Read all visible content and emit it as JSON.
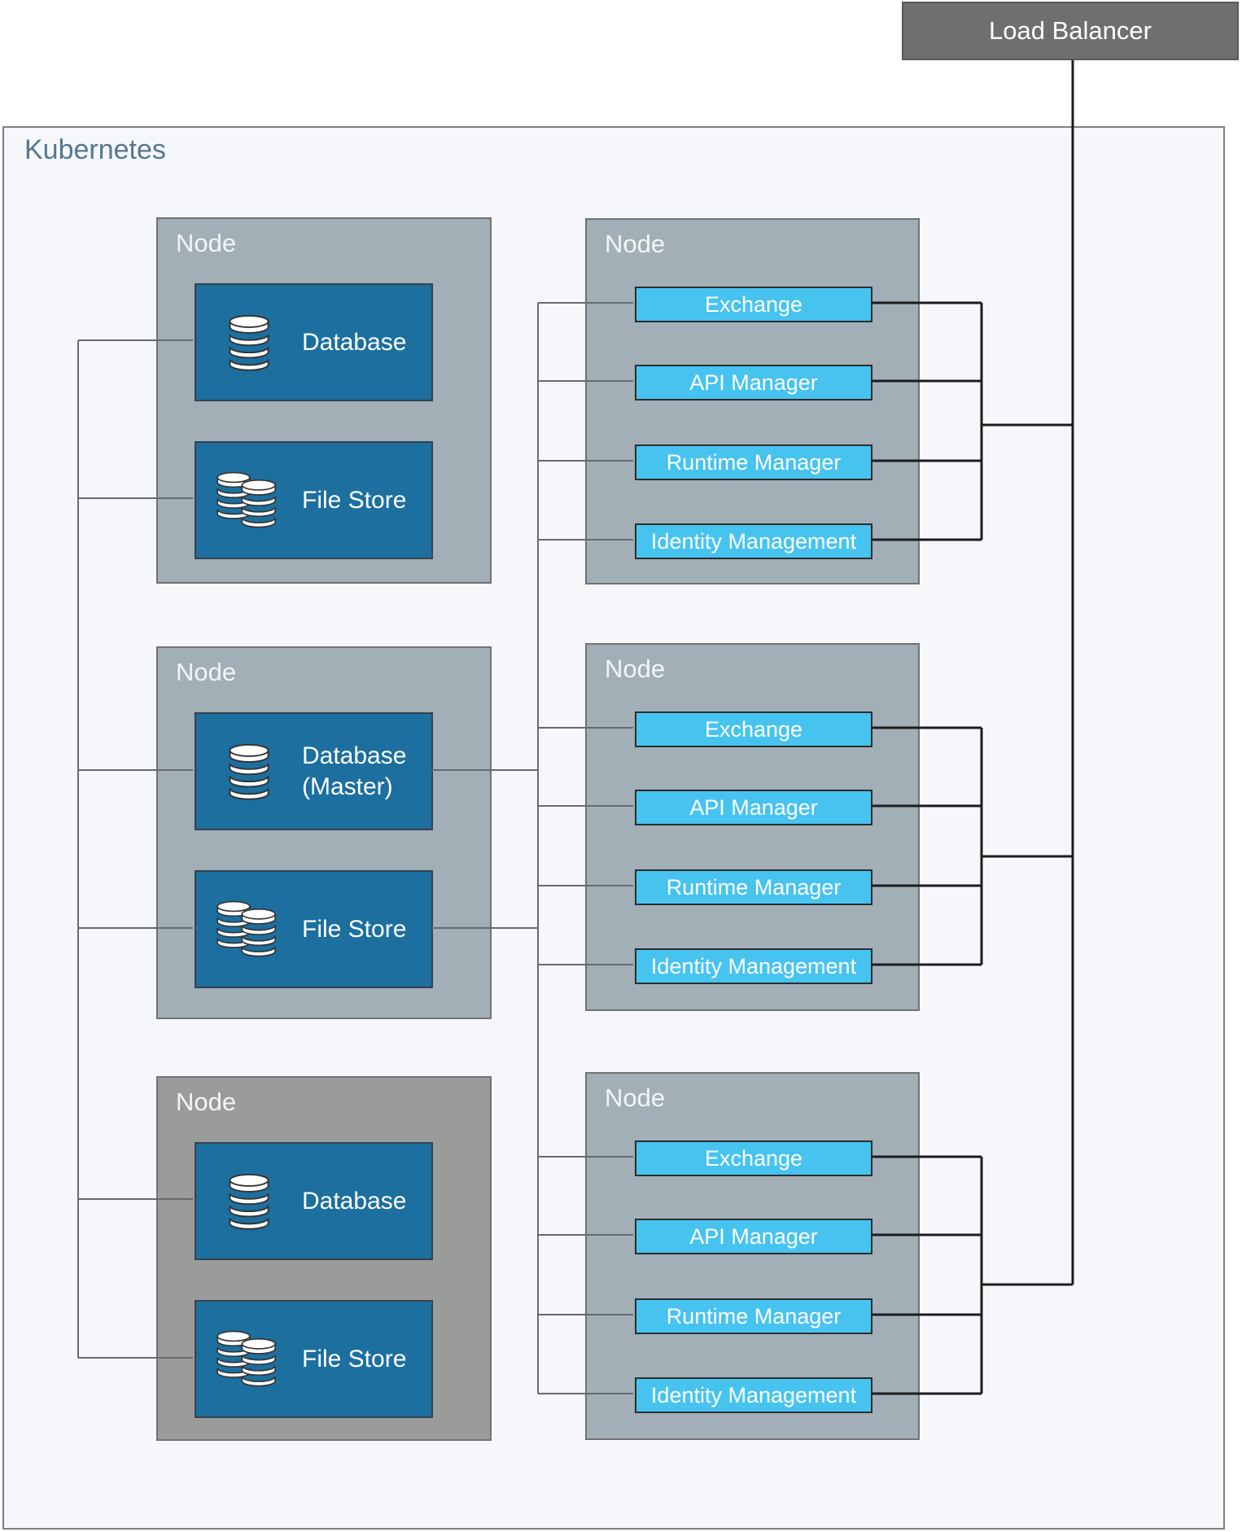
{
  "load_balancer": {
    "label": "Load Balancer"
  },
  "cluster": {
    "label": "Kubernetes"
  },
  "left_nodes": [
    {
      "label": "Node",
      "boxes": [
        {
          "icon": "database-icon",
          "lines": [
            "Database"
          ]
        },
        {
          "icon": "file-store-icon",
          "lines": [
            "File Store"
          ]
        }
      ]
    },
    {
      "label": "Node",
      "boxes": [
        {
          "icon": "database-icon",
          "lines": [
            "Database",
            "(Master)"
          ]
        },
        {
          "icon": "file-store-icon",
          "lines": [
            "File Store"
          ]
        }
      ]
    },
    {
      "label": "Node",
      "boxes": [
        {
          "icon": "database-icon",
          "lines": [
            "Database"
          ]
        },
        {
          "icon": "file-store-icon",
          "lines": [
            "File Store"
          ]
        }
      ]
    }
  ],
  "right_nodes": [
    {
      "label": "Node",
      "services": [
        "Exchange",
        "API Manager",
        "Runtime Manager",
        "Identity Management"
      ]
    },
    {
      "label": "Node",
      "services": [
        "Exchange",
        "API Manager",
        "Runtime Manager",
        "Identity Management"
      ]
    },
    {
      "label": "Node",
      "services": [
        "Exchange",
        "API Manager",
        "Runtime Manager",
        "Identity Management"
      ]
    }
  ],
  "colors": {
    "page_bg": "#ffffff",
    "cluster_bg": "#f5f7fa",
    "cluster_border": "#7e8184",
    "cluster_label": "#54788f",
    "node_fill": "#a2afb6",
    "node_alt_fill": "#9a9c9b",
    "node_border": "#707274",
    "node_label": "#f2f5f6",
    "blue_box": "#1c6f9e",
    "blue_box_border": "#33434e",
    "service_box": "#47c3f0",
    "service_box_border": "#2b2d2e",
    "load_balancer_fill": "#6d6f71",
    "load_balancer_border": "#58595b",
    "line_gray": "#656b70",
    "line_black": "#1c1c1c",
    "text_white": "#ffffff"
  }
}
